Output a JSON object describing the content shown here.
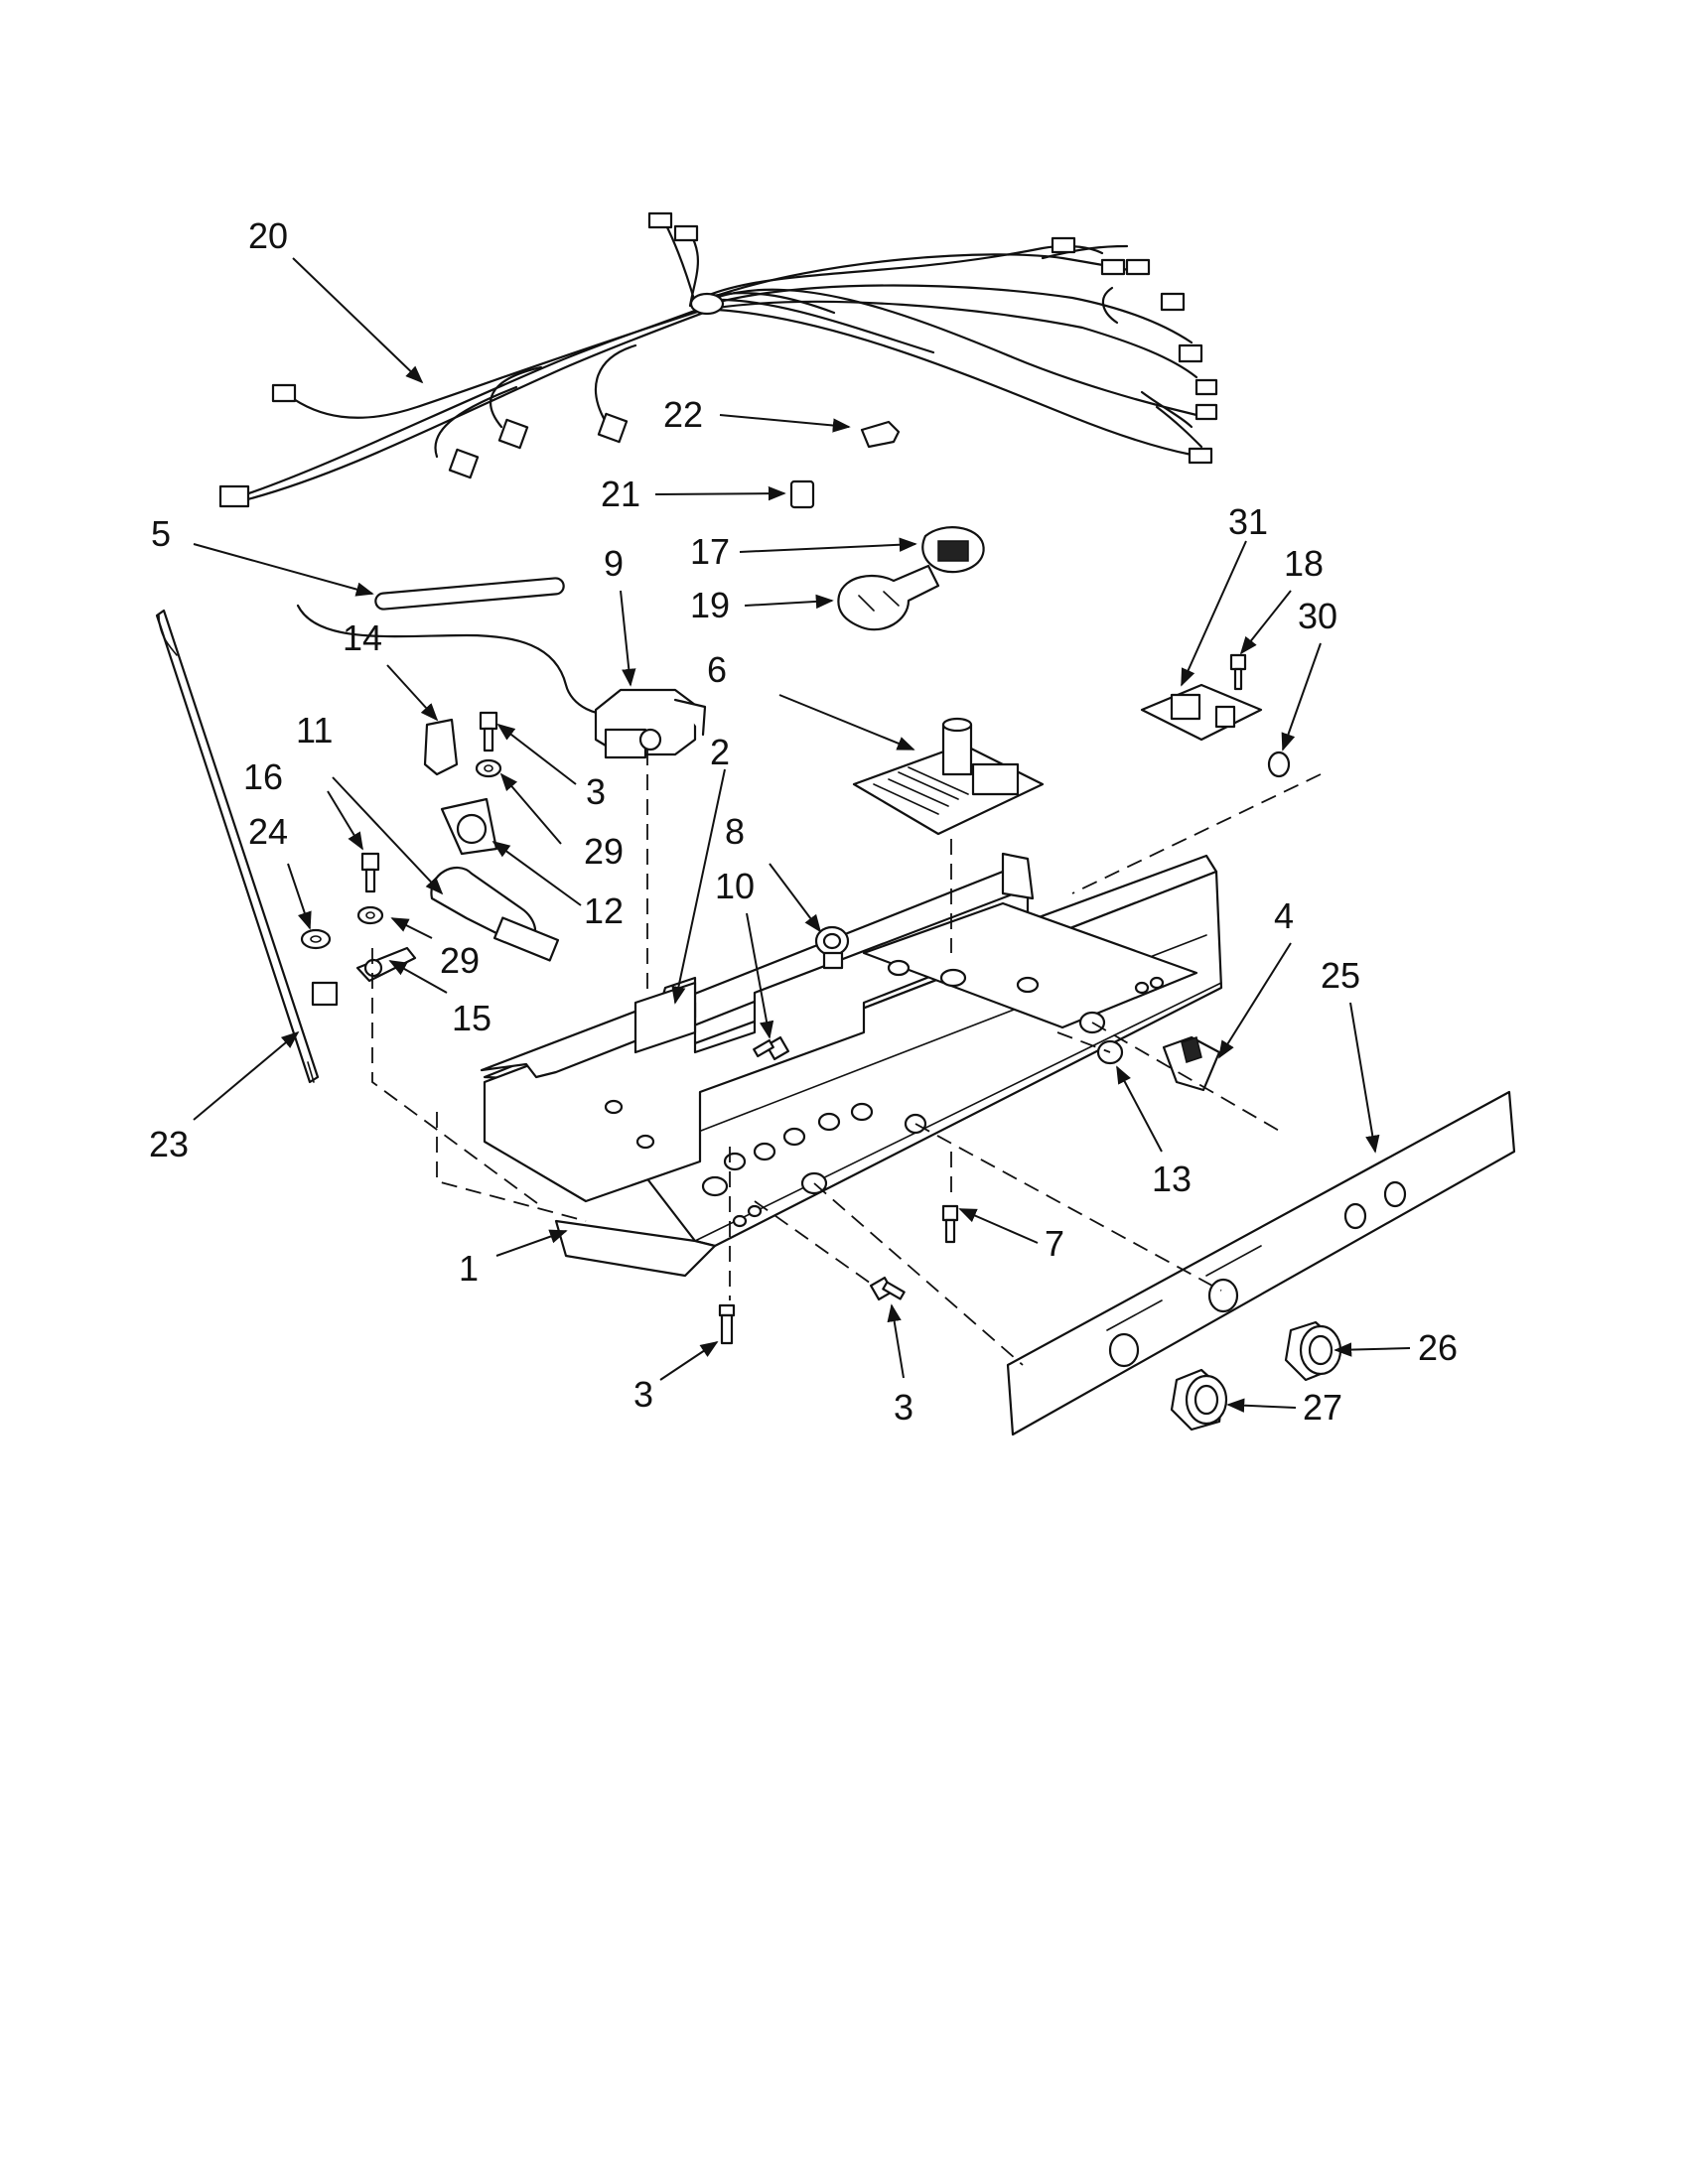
{
  "callouts": [
    {
      "id": "c20",
      "label": "20"
    },
    {
      "id": "c22",
      "label": "22"
    },
    {
      "id": "c21",
      "label": "21"
    },
    {
      "id": "c5",
      "label": "5"
    },
    {
      "id": "c9",
      "label": "9"
    },
    {
      "id": "c17",
      "label": "17"
    },
    {
      "id": "c19",
      "label": "19"
    },
    {
      "id": "c31",
      "label": "31"
    },
    {
      "id": "c18",
      "label": "18"
    },
    {
      "id": "c30",
      "label": "30"
    },
    {
      "id": "c6",
      "label": "6"
    },
    {
      "id": "c14",
      "label": "14"
    },
    {
      "id": "c3a",
      "label": "3"
    },
    {
      "id": "c11",
      "label": "11"
    },
    {
      "id": "c2",
      "label": "2"
    },
    {
      "id": "c29a",
      "label": "29"
    },
    {
      "id": "c16",
      "label": "16"
    },
    {
      "id": "c24",
      "label": "24"
    },
    {
      "id": "c12",
      "label": "12"
    },
    {
      "id": "c8",
      "label": "8"
    },
    {
      "id": "c10",
      "label": "10"
    },
    {
      "id": "c4",
      "label": "4"
    },
    {
      "id": "c25",
      "label": "25"
    },
    {
      "id": "c29b",
      "label": "29"
    },
    {
      "id": "c15",
      "label": "15"
    },
    {
      "id": "c23",
      "label": "23"
    },
    {
      "id": "c13",
      "label": "13"
    },
    {
      "id": "c7",
      "label": "7"
    },
    {
      "id": "c1",
      "label": "1"
    },
    {
      "id": "c26",
      "label": "26"
    },
    {
      "id": "c27",
      "label": "27"
    },
    {
      "id": "c3b",
      "label": "3"
    },
    {
      "id": "c3c",
      "label": "3"
    }
  ]
}
